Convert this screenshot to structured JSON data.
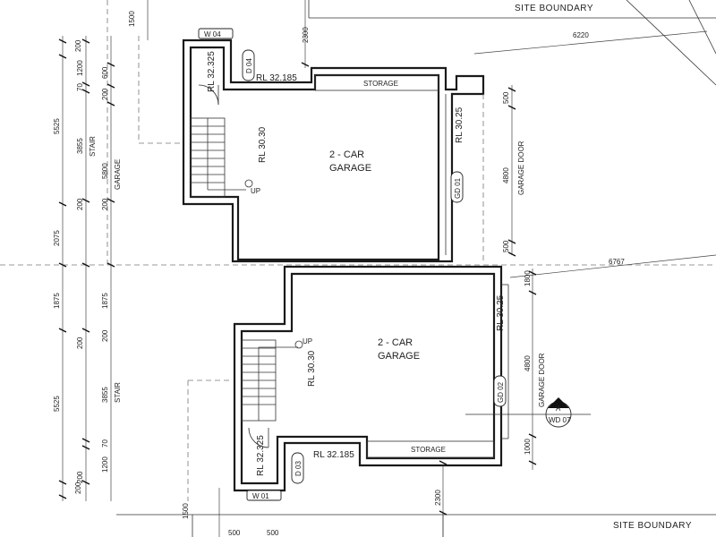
{
  "site_boundary_top": "SITE BOUNDARY",
  "site_boundary_bottom": "SITE BOUNDARY",
  "garage_1": {
    "line1": "2 - CAR",
    "line2": "GARAGE",
    "tag": "GD 01",
    "rl_floor": "RL 30.30",
    "rl_door": "RL 30.25",
    "door_label": "GARAGE DOOR",
    "storage": "STORAGE"
  },
  "garage_2": {
    "line1": "2 - CAR",
    "line2": "GARAGE",
    "tag": "GD 02",
    "rl_floor": "RL 30.30",
    "rl_door": "RL 30.25",
    "door_label": "GARAGE DOOR",
    "storage": "STORAGE"
  },
  "stair_1": {
    "rl_landing": "RL 32.325",
    "rl_upper": "RL 32.185",
    "door_tag": "D 04",
    "window_tag": "W 04",
    "up": "UP"
  },
  "stair_2": {
    "rl_landing": "RL 32.325",
    "rl_upper": "RL 32.185",
    "door_tag": "D 03",
    "window_tag": "W 01",
    "up": "UP"
  },
  "section_marker": {
    "letter": "A",
    "ref": "WD 07"
  },
  "dims_left_outer": [
    "1500",
    "200",
    "5525",
    "2075",
    "1875",
    "5525",
    "200",
    "1500"
  ],
  "dims_left_mid": [
    "1200",
    "70",
    "3855",
    "200",
    "200",
    "1875",
    "200",
    "3855",
    "70",
    "1200"
  ],
  "dims_left_inner": [
    "600",
    "200",
    "5800",
    "200",
    "200"
  ],
  "left_labels": {
    "stair": "STAIR",
    "garage": "GARAGE",
    "stair2": "STAIR"
  },
  "dims_right": [
    "500",
    "4800",
    "500",
    "1800",
    "4800",
    "1000"
  ],
  "dims_other": {
    "top_2300": "2300",
    "bottom_2300": "2300",
    "d6220": "6220",
    "d6767": "6767",
    "d500a": "500",
    "d500b": "500",
    "d500c": "500",
    "d500d": "500"
  }
}
